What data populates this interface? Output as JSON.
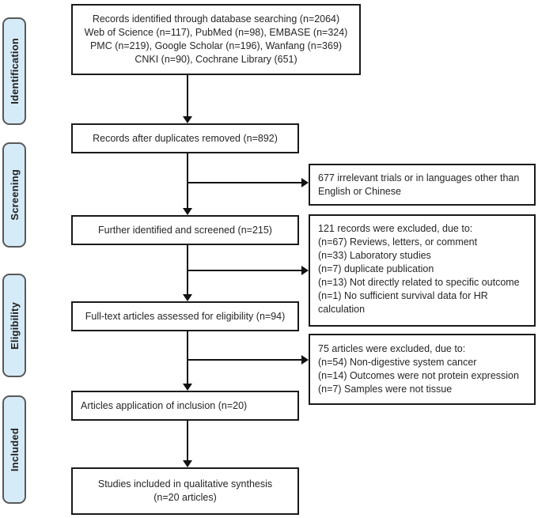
{
  "sidebar": {
    "stages": [
      {
        "label": "Identification"
      },
      {
        "label": "Screening"
      },
      {
        "label": "Eligibility"
      },
      {
        "label": "Included"
      }
    ]
  },
  "flow": {
    "records_identified": {
      "lines": [
        "Records identified through database searching (n=2064)",
        "Web of Science (n=117), PubMed (n=98), EMBASE (n=324)",
        "PMC (n=219), Google Scholar (n=196), Wanfang (n=369)",
        "CNKI (n=90), Cochrane Library (651)"
      ]
    },
    "duplicates_removed": {
      "text": "Records after duplicates removed (n=892)"
    },
    "screened": {
      "text": "Further identified and screened (n=215)"
    },
    "fulltext": {
      "text": "Full-text articles assessed for eligibility (n=94)"
    },
    "inclusion": {
      "text": "Articles application of inclusion (n=20)"
    },
    "qualitative": {
      "lines": [
        "Studies included in qualitative synthesis",
        "(n=20 articles)"
      ]
    }
  },
  "exclusions": {
    "irrelevant": {
      "text": "677 irrelevant trials or in languages other than English or Chinese"
    },
    "records_excluded": {
      "lines": [
        "121 records were excluded, due to:",
        "(n=67) Reviews, letters, or comment",
        "(n=33) Laboratory studies",
        "(n=7) duplicate publication",
        "(n=13) Not directly related to specific outcome",
        "(n=1) No sufficient survival data for HR calculation"
      ]
    },
    "articles_excluded": {
      "lines": [
        "75 articles were excluded, due to:",
        "(n=54) Non-digestive system cancer",
        "(n=14) Outcomes were not protein expression",
        "(n=7) Samples were not tissue"
      ]
    }
  },
  "colors": {
    "stage_fill": "#d6ebf8",
    "stage_border": "#595959",
    "box_border": "#1a1a1a",
    "line": "#111111",
    "text": "#262626"
  }
}
